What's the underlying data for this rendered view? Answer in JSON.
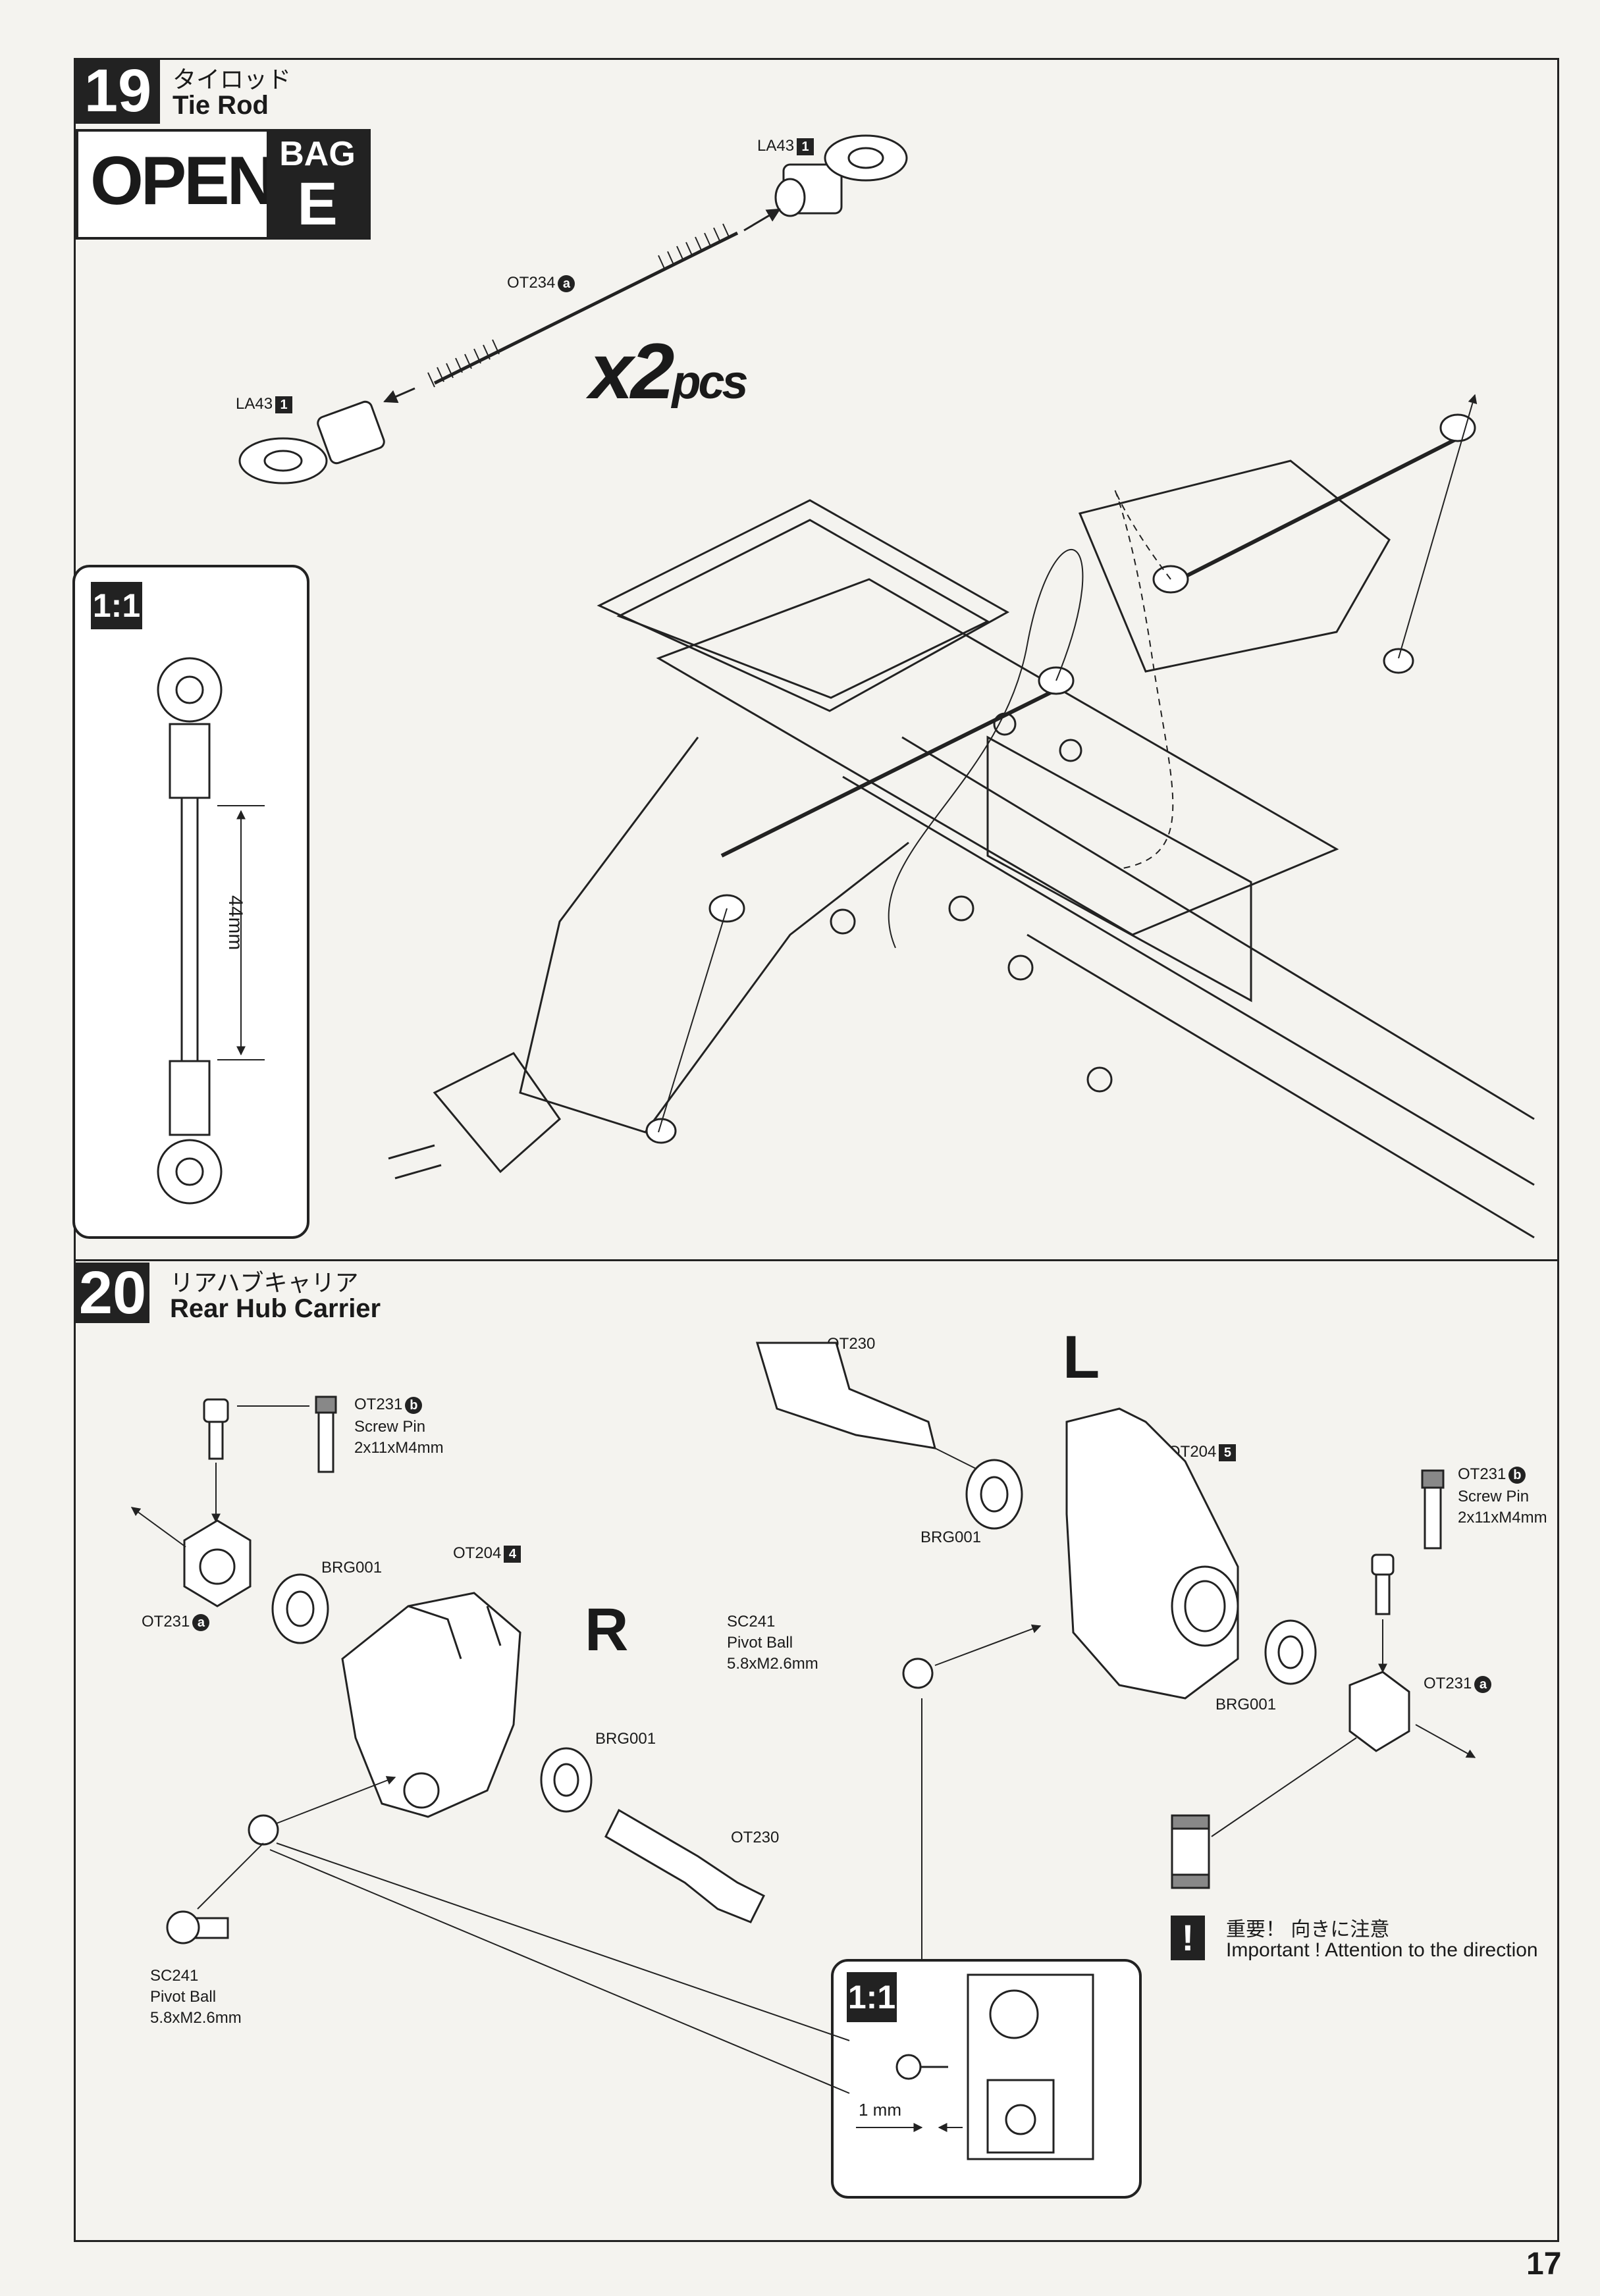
{
  "step19": {
    "number": "19",
    "title_jp": "タイロッド",
    "title_en": "Tie Rod",
    "open_label": "OPEN",
    "bag_label": "BAG",
    "bag_letter": "E",
    "parts": {
      "la43_top": {
        "code": "LA43",
        "tag": "1"
      },
      "ot234": {
        "code": "OT234",
        "tag": "a"
      },
      "la43_bottom": {
        "code": "LA43",
        "tag": "1"
      }
    },
    "quantity_main": "x2",
    "quantity_unit": "pcs",
    "scale_label": "1:1",
    "rod_length": "44mm"
  },
  "step20": {
    "number": "20",
    "title_jp": "リアハブキャリア",
    "title_en": "Rear Hub Carrier",
    "left_side": {
      "ot231b": {
        "code": "OT231",
        "tag": "b",
        "name": "Screw Pin",
        "size": "2x11xM4mm"
      },
      "ot231a": {
        "code": "OT231",
        "tag": "a"
      },
      "brg001_a": "BRG001",
      "ot204": {
        "code": "OT204",
        "tag": "4"
      },
      "side_letter": "R",
      "brg001_b": "BRG001",
      "ot230": "OT230",
      "sc241": {
        "code": "SC241",
        "name": "Pivot Ball",
        "size": "5.8xM2.6mm"
      }
    },
    "right_side": {
      "ot230": "OT230",
      "side_letter": "L",
      "ot204": {
        "code": "OT204",
        "tag": "5"
      },
      "brg001_a": "BRG001",
      "sc241": {
        "code": "SC241",
        "name": "Pivot Ball",
        "size": "5.8xM2.6mm"
      },
      "ot231b": {
        "code": "OT231",
        "tag": "b",
        "name": "Screw Pin",
        "size": "2x11xM4mm"
      },
      "brg001_b": "BRG001",
      "ot231a": {
        "code": "OT231",
        "tag": "a"
      }
    },
    "inset_scale_label": "1:1",
    "inset_dimension": "1 mm",
    "important_jp": "重要！ 向きに注意",
    "important_en": "Important ! Attention to the direction"
  },
  "page_number": "17"
}
